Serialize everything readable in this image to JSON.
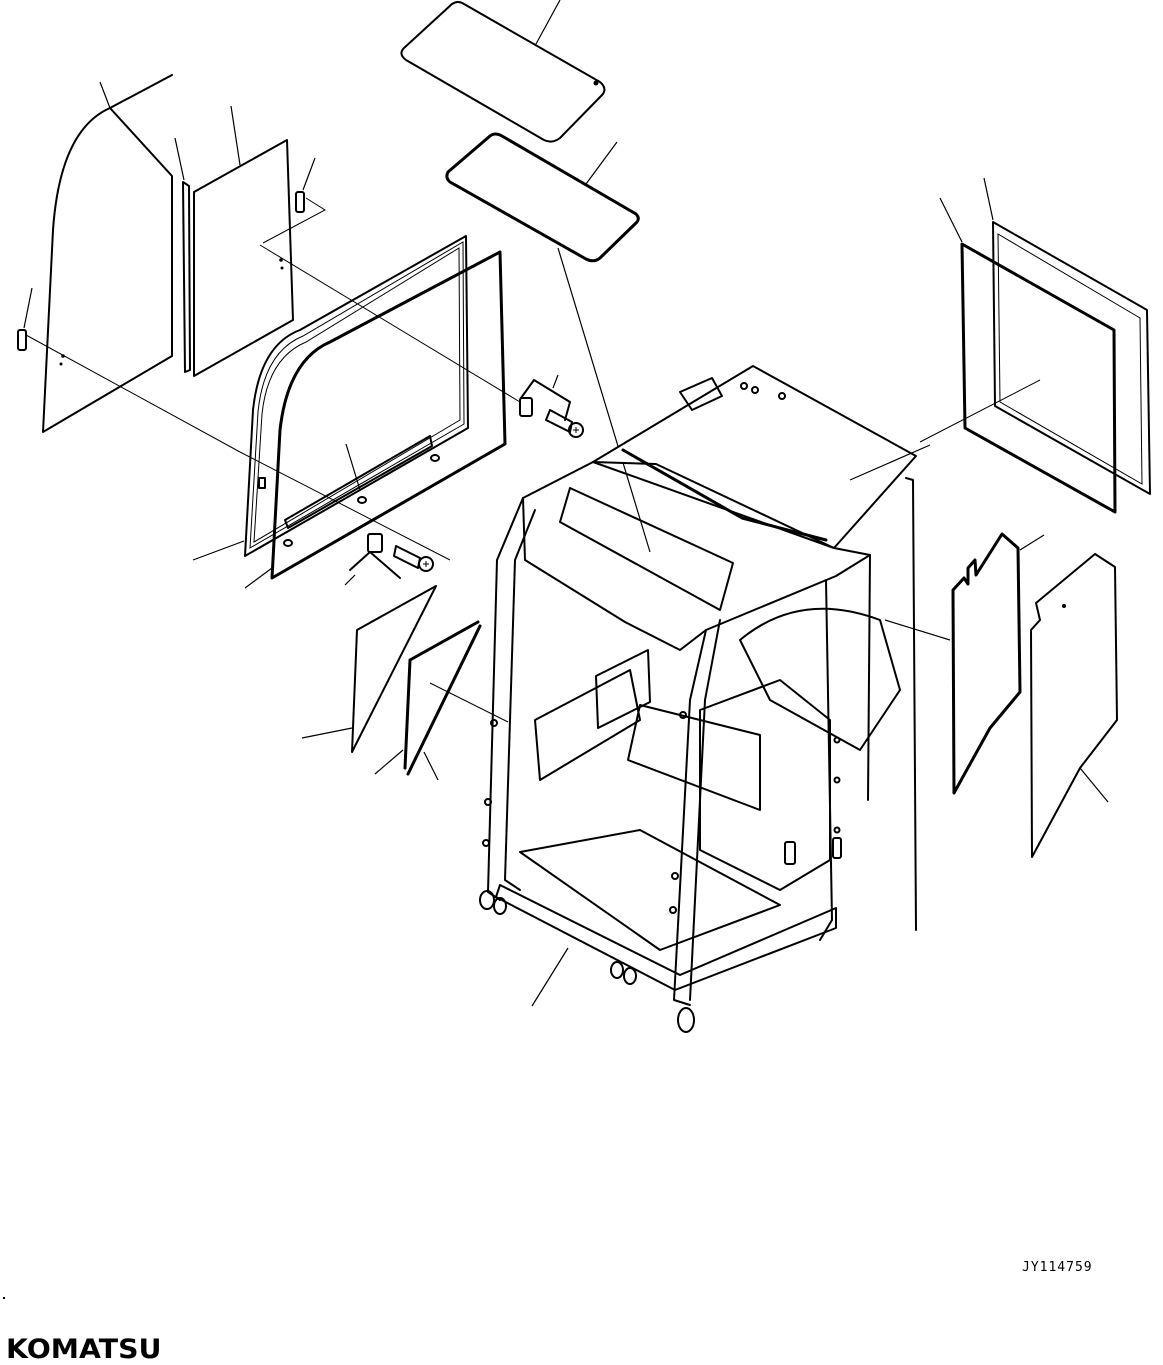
{
  "diagram": {
    "type": "exploded parts diagram",
    "subject": "operator cab frame with window glass panels",
    "drawing_number": "JY114759",
    "brand": "KOMATSU",
    "colors": {
      "line": "#000000",
      "background": "#ffffff"
    },
    "parts": [
      {
        "id": "roof-glass",
        "label": "roof glass panel"
      },
      {
        "id": "roof-glass-seal",
        "label": "roof glass seal / frame"
      },
      {
        "id": "left-rear-glass",
        "label": "left rear side glass"
      },
      {
        "id": "glass-strip",
        "label": "glass strip seal"
      },
      {
        "id": "left-side-glass",
        "label": "left side glass"
      },
      {
        "id": "clip-upper",
        "label": "retainer clip (upper)"
      },
      {
        "id": "clip-left",
        "label": "retainer clip (left)"
      },
      {
        "id": "door-window-frame",
        "label": "sliding window frame"
      },
      {
        "id": "door-window-seal",
        "label": "window seal"
      },
      {
        "id": "bracket-bolt-upper",
        "label": "bracket and bolt (upper)"
      },
      {
        "id": "bracket-bolt-lower",
        "label": "bracket and bolt (lower)"
      },
      {
        "id": "front-lower-glass",
        "label": "front lower glass"
      },
      {
        "id": "front-lower-seal",
        "label": "front lower glass seal"
      },
      {
        "id": "cab-frame",
        "label": "cab frame assembly"
      },
      {
        "id": "right-rear-glass",
        "label": "right rear glass"
      },
      {
        "id": "right-rear-seal",
        "label": "right rear glass seal"
      },
      {
        "id": "right-side-seal",
        "label": "right side glass seal"
      },
      {
        "id": "right-side-glass",
        "label": "right side glass"
      }
    ]
  }
}
